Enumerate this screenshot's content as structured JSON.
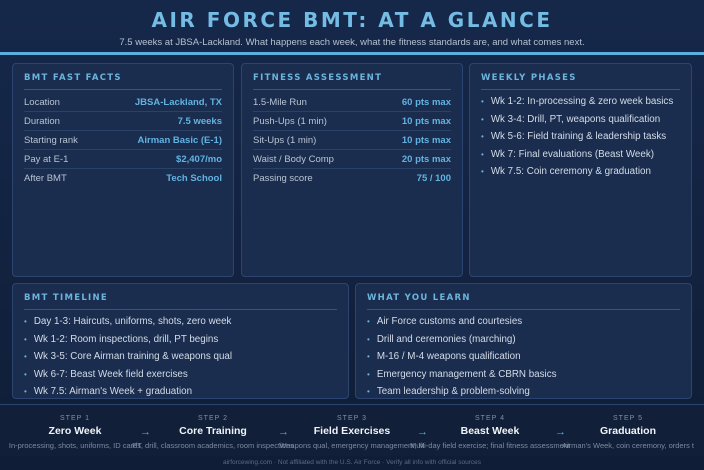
{
  "header": {
    "title": "AIR FORCE BMT: AT A GLANCE",
    "subtitle": "7.5 weeks at JBSA-Lackland. What happens each week, what the fitness standards are, and what comes next."
  },
  "facts": {
    "title": "BMT FAST FACTS",
    "rows": [
      {
        "label": "Location",
        "value": "JBSA-Lackland, TX"
      },
      {
        "label": "Duration",
        "value": "7.5 weeks"
      },
      {
        "label": "Starting rank",
        "value": "Airman Basic (E-1)"
      },
      {
        "label": "Pay at E-1",
        "value": "$2,407/mo"
      },
      {
        "label": "After BMT",
        "value": "Tech School"
      }
    ]
  },
  "fitness": {
    "title": "FITNESS ASSESSMENT",
    "rows": [
      {
        "label": "1.5-Mile Run",
        "value": "60 pts max"
      },
      {
        "label": "Push-Ups (1 min)",
        "value": "10 pts max"
      },
      {
        "label": "Sit-Ups (1 min)",
        "value": "10 pts max"
      },
      {
        "label": "Waist / Body Comp",
        "value": "20 pts max"
      },
      {
        "label": "Passing score",
        "value": "75 / 100"
      }
    ]
  },
  "phases": {
    "title": "WEEKLY PHASES",
    "items": [
      "Wk 1-2: In-processing & zero week basics",
      "Wk 3-4: Drill, PT, weapons qualification",
      "Wk 5-6: Field training & leadership tasks",
      "Wk 7: Final evaluations (Beast Week)",
      "Wk 7.5: Coin ceremony & graduation"
    ]
  },
  "timeline": {
    "title": "BMT TIMELINE",
    "items": [
      "Day 1-3: Haircuts, uniforms, shots, zero week",
      "Wk 1-2: Room inspections, drill, PT begins",
      "Wk 3-5: Core Airman training & weapons qual",
      "Wk 6-7: Beast Week field exercises",
      "Wk 7.5: Airman's Week + graduation"
    ]
  },
  "learn": {
    "title": "WHAT YOU LEARN",
    "items": [
      "Air Force customs and courtesies",
      "Drill and ceremonies (marching)",
      "M-16 / M-4 weapons qualification",
      "Emergency management & CBRN basics",
      "Team leadership & problem-solving"
    ]
  },
  "steps": [
    {
      "num": "STEP 1",
      "title": "Zero Week",
      "desc": "In-processing, shots, uniforms, ID cards"
    },
    {
      "num": "STEP 2",
      "title": "Core Training",
      "desc": "PT, drill, classroom academics, room inspections"
    },
    {
      "num": "STEP 3",
      "title": "Field Exercises",
      "desc": "Weapons qual, emergency management, M"
    },
    {
      "num": "STEP 4",
      "title": "Beast Week",
      "desc": "Multi-day field exercise; final fitness assessment"
    },
    {
      "num": "STEP 5",
      "title": "Graduation",
      "desc": "Airman's Week, coin ceremony, orders t"
    }
  ],
  "arrow": "→",
  "footer": "airforcewing.com · Not affiliated with the U.S. Air Force · Verify all info with official sources"
}
